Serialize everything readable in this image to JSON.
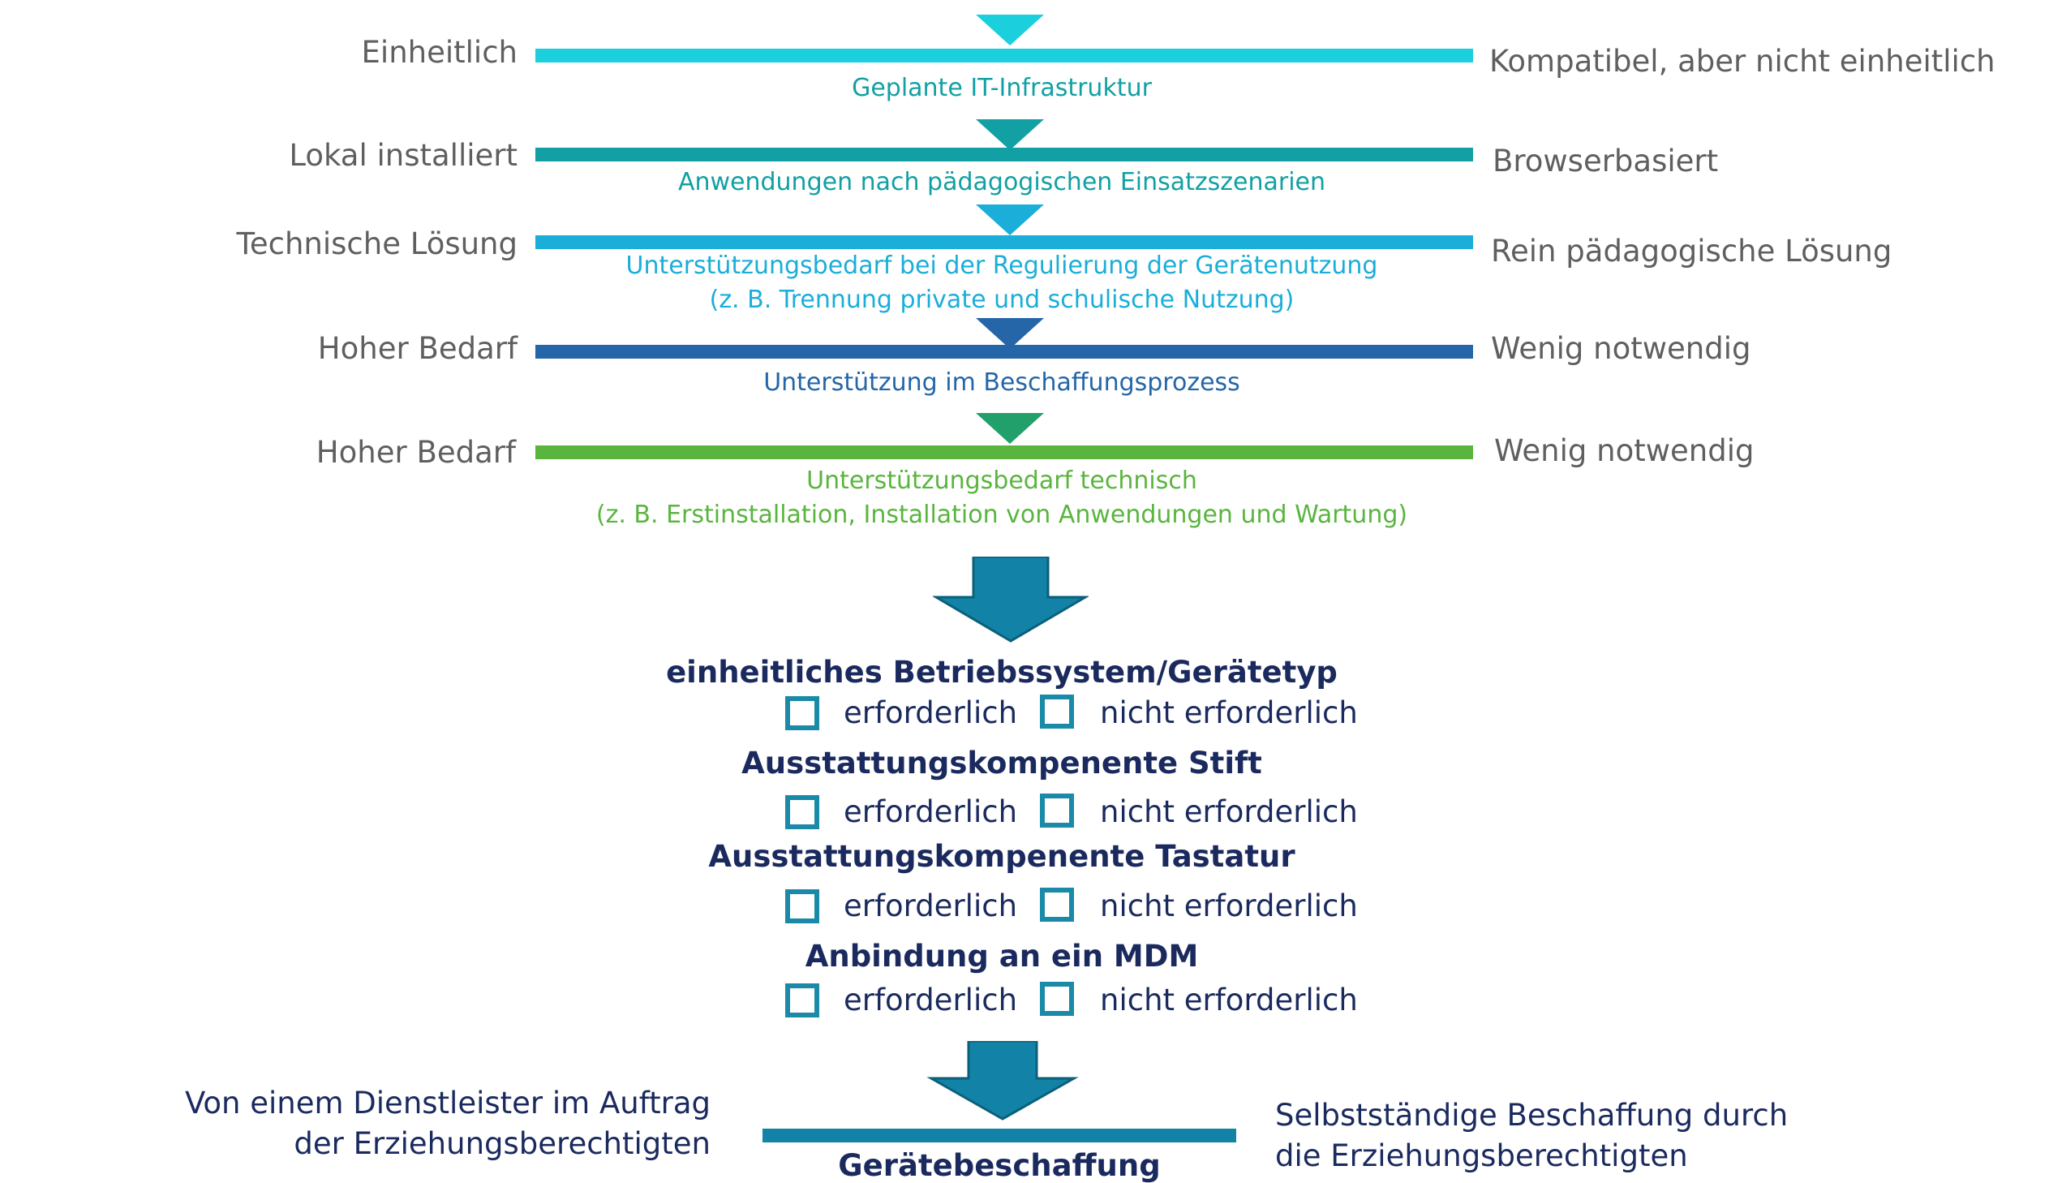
{
  "colors": {
    "cyan": "#1ccfdc",
    "teal": "#12a0a4",
    "sky": "#1aaed8",
    "blue": "#2466a8",
    "green": "#5ab53e",
    "arrow": "#1283a6",
    "navy": "#1b2a5e",
    "gray_text": "#5f5f5f"
  },
  "scales": [
    {
      "left": "Einheitlich",
      "right": "Kompatibel, aber nicht einheitlich",
      "caption": [
        "Geplante IT-Infrastruktur"
      ],
      "color": "#1ccfdc"
    },
    {
      "left": "Lokal installiert",
      "right": "Browserbasiert",
      "caption": [
        "Anwendungen nach pädagogischen Einsatzszenarien"
      ],
      "color": "#12a0a4"
    },
    {
      "left": "Technische Lösung",
      "right": "Rein pädagogische Lösung",
      "caption": [
        "Unterstützungsbedarf bei der Regulierung der Gerätenutzung",
        "(z. B. Trennung private und schulische Nutzung)"
      ],
      "color": "#1aaed8"
    },
    {
      "left": "Hoher Bedarf",
      "right": "Wenig notwendig",
      "caption": [
        "Unterstützung im Beschaffungsprozess"
      ],
      "color": "#2466a8"
    },
    {
      "left": "Hoher Bedarf",
      "right": "Wenig notwendig",
      "caption": [
        "Unterstützungsbedarf technisch",
        "(z. B. Erstinstallation, Installation von Anwendungen und Wartung)"
      ],
      "color": "#5ab53e"
    }
  ],
  "requirements": [
    {
      "title": "einheitliches Betriebssystem/Gerätetyp",
      "option_yes": "erforderlich",
      "option_no": "nicht erforderlich"
    },
    {
      "title": "Ausstattungskompenente Stift",
      "option_yes": "erforderlich",
      "option_no": "nicht erforderlich"
    },
    {
      "title": "Ausstattungskompenente Tastatur",
      "option_yes": "erforderlich",
      "option_no": "nicht erforderlich"
    },
    {
      "title": "Anbindung an ein MDM",
      "option_yes": "erforderlich",
      "option_no": "nicht erforderlich"
    }
  ],
  "procurement": {
    "left": [
      "Von einem Dienstleister im Auftrag",
      "der Erziehungsberechtigten"
    ],
    "right": [
      "Selbstständige Beschaffung durch",
      "die Erziehungsberechtigten"
    ],
    "title": "Gerätebeschaffung"
  }
}
